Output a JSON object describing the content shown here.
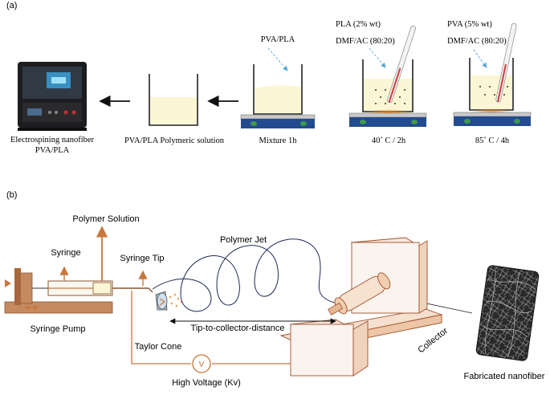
{
  "panel_a": {
    "label": "(a)",
    "device_caption_line1": "Electrospining nanofiber",
    "device_caption_line2": "PVA/PLA",
    "solution_caption": "PVA/PLA Polymeric solution",
    "mixture_label": "PVA/PLA",
    "mixture_caption": "Mixture 1h",
    "pla_label_line1": "PLA (2% wt)",
    "pla_label_line2": "DMF/AC (80:20)",
    "pla_caption": "40˚ C / 2h",
    "pva_label_line1": "PVA (5% wt)",
    "pva_label_line2": "DMF/AC (80:20)",
    "pva_caption": "85˚ C / 4h"
  },
  "panel_b": {
    "label": "(b)",
    "polymer_solution": "Polymer Solution",
    "syringe": "Syringe",
    "syringe_tip": "Syringe Tip",
    "polymer_jet": "Polymer Jet",
    "syringe_pump": "Syringe Pump",
    "tip_to_collector": "Tip-to-collector-distance",
    "taylor_cone": "Taylor Cone",
    "voltage_symbol": "V",
    "high_voltage": "High Voltage (Kv)",
    "collector": "Collector",
    "fabricated": "Fabricated nanofiber"
  },
  "colors": {
    "solution_fill": "#fbf6d4",
    "orange_arrow": "#c9773c",
    "hotplate_blue": "#234b8f",
    "hotplate_green": "#3e9a4a",
    "jet_line": "#1e2a55",
    "pump_brown": "#b5764a",
    "dashed_arrow": "#5aa7d8"
  }
}
